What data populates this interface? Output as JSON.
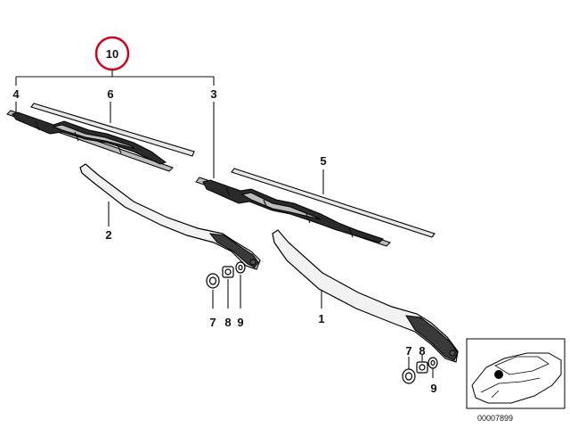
{
  "diagram": {
    "assembly_callout": "10",
    "highlight_color": "#d0021b",
    "callouts": {
      "arm_right": "1",
      "arm_left": "2",
      "blade_right": "3",
      "blade_left": "4",
      "strip_right": "5",
      "strip_left": "6",
      "cap_left": "7",
      "nut_left": "8",
      "washer_left": "9",
      "cap_right": "7",
      "nut_right": "8",
      "washer_right": "9"
    },
    "inset": {
      "reference_number": "00007899"
    }
  }
}
